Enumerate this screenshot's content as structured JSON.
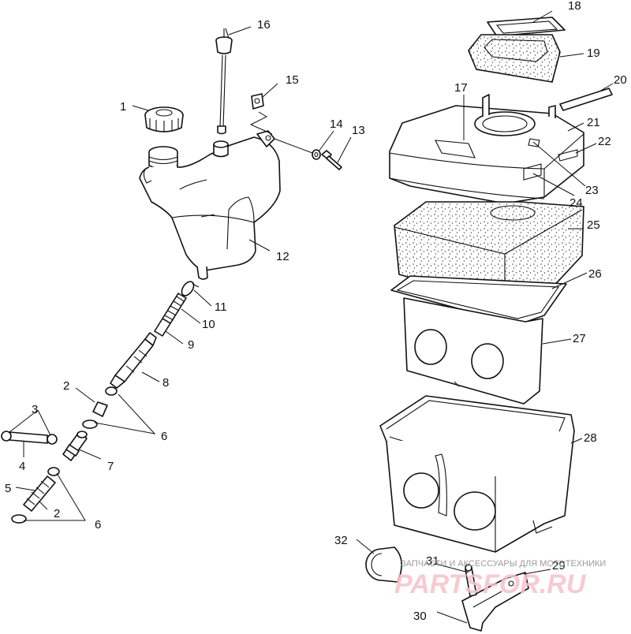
{
  "callouts": [
    {
      "id": "1",
      "label": "1"
    },
    {
      "id": "2a",
      "label": "2"
    },
    {
      "id": "2b",
      "label": "2"
    },
    {
      "id": "3",
      "label": "3"
    },
    {
      "id": "4",
      "label": "4"
    },
    {
      "id": "5",
      "label": "5"
    },
    {
      "id": "6a",
      "label": "6"
    },
    {
      "id": "6b",
      "label": "6"
    },
    {
      "id": "7",
      "label": "7"
    },
    {
      "id": "8",
      "label": "8"
    },
    {
      "id": "9",
      "label": "9"
    },
    {
      "id": "10",
      "label": "10"
    },
    {
      "id": "11",
      "label": "11"
    },
    {
      "id": "12",
      "label": "12"
    },
    {
      "id": "13",
      "label": "13"
    },
    {
      "id": "14",
      "label": "14"
    },
    {
      "id": "15",
      "label": "15"
    },
    {
      "id": "16",
      "label": "16"
    },
    {
      "id": "17",
      "label": "17"
    },
    {
      "id": "18",
      "label": "18"
    },
    {
      "id": "19",
      "label": "19"
    },
    {
      "id": "20",
      "label": "20"
    },
    {
      "id": "21",
      "label": "21"
    },
    {
      "id": "22",
      "label": "22"
    },
    {
      "id": "23",
      "label": "23"
    },
    {
      "id": "24",
      "label": "24"
    },
    {
      "id": "25",
      "label": "25"
    },
    {
      "id": "26",
      "label": "26"
    },
    {
      "id": "27",
      "label": "27"
    },
    {
      "id": "28",
      "label": "28"
    },
    {
      "id": "29",
      "label": "29"
    },
    {
      "id": "30",
      "label": "30"
    },
    {
      "id": "31",
      "label": "31"
    },
    {
      "id": "32",
      "label": "32"
    }
  ],
  "watermark": {
    "tagline": "ЗАПЧАСТИ И АКСЕССУАРЫ ДЛЯ МОТОТЕХНИКИ",
    "logo": "PARTSFOR.RU"
  },
  "colors": {
    "line": "#111111",
    "watermark_logo": "#f6c2c8",
    "watermark_text": "#9a9a9a"
  }
}
